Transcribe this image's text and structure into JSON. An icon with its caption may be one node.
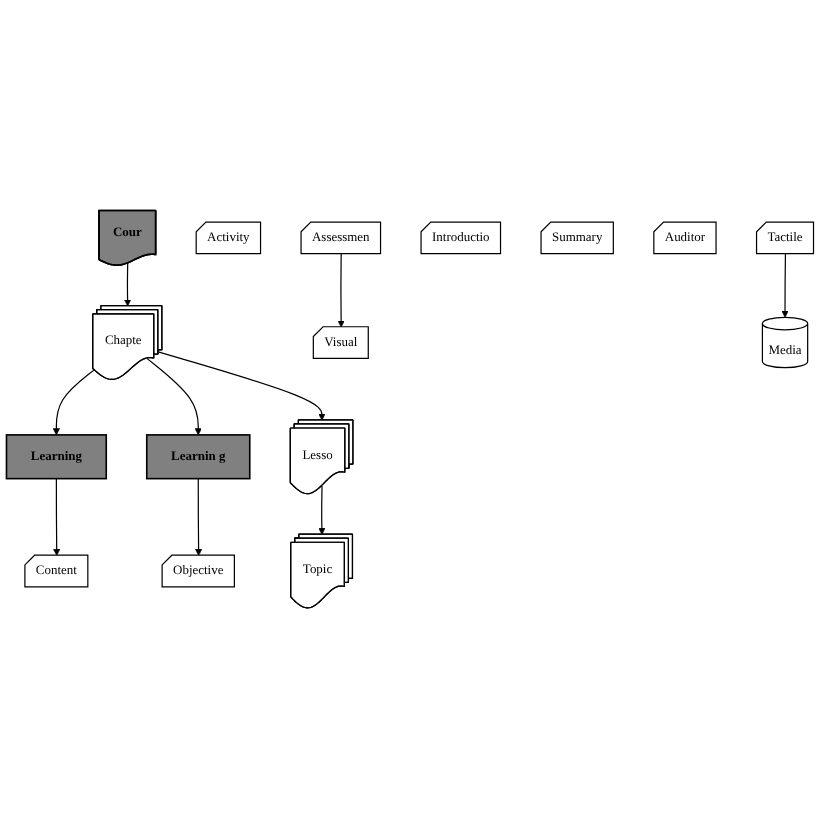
{
  "diagram": {
    "nodes": [
      {
        "text": [
          "Cour"
        ]
      },
      {
        "text": [
          "Learning"
        ]
      },
      {
        "text": [
          "Chapte"
        ]
      },
      {
        "text": [
          "Learnin g"
        ]
      },
      {
        "text": [
          "Content"
        ]
      },
      {
        "text": [
          "Activity"
        ]
      },
      {
        "text": [
          "Assessmen"
        ]
      },
      {
        "text": [
          "Lesso"
        ]
      },
      {
        "text": [
          "Objective"
        ]
      },
      {
        "text": [
          "Introductio"
        ]
      },
      {
        "text": [
          "Summary"
        ]
      },
      {
        "text": [
          "Visual"
        ]
      },
      {
        "text": [
          "Auditor"
        ]
      },
      {
        "text": [
          "Tactile"
        ]
      },
      {
        "text": [
          "Topic"
        ]
      },
      {
        "text": [
          "Media"
        ]
      }
    ],
    "edges": [
      {
        "from": 0,
        "to": 2,
        "arrow": "to"
      },
      {
        "from": 2,
        "to": 1,
        "arrow": "to"
      },
      {
        "from": 2,
        "to": 3,
        "arrow": "to"
      },
      {
        "from": 1,
        "to": 4,
        "arrow": "to"
      },
      {
        "from": 2,
        "to": 7,
        "arrow": "to"
      },
      {
        "from": 3,
        "to": 8,
        "arrow": "to"
      },
      {
        "from": 6,
        "to": 11,
        "arrow": "to"
      },
      {
        "from": 7,
        "to": 14,
        "arrow": "to"
      },
      {
        "from": 13,
        "to": 15,
        "arrow": "to"
      }
    ]
  }
}
